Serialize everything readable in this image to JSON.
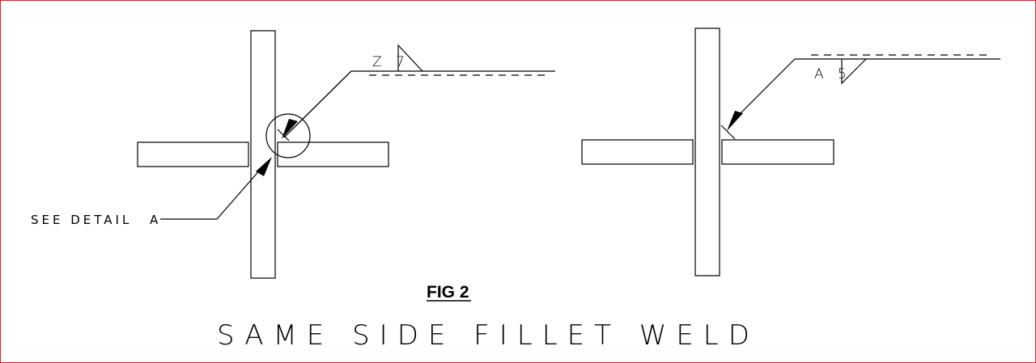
{
  "figure": {
    "fig_label": "FIG 2",
    "title": "SAME SIDE FILLET WELD"
  },
  "left_joint": {
    "weld_symbol_text": "Z 7",
    "callout_text": "SEE DETAIL",
    "callout_letter": "A"
  },
  "right_joint": {
    "weld_symbol_text": "A 5"
  },
  "colors": {
    "border": "#cc2b2b",
    "line": "#000000",
    "background": "#ffffff"
  }
}
